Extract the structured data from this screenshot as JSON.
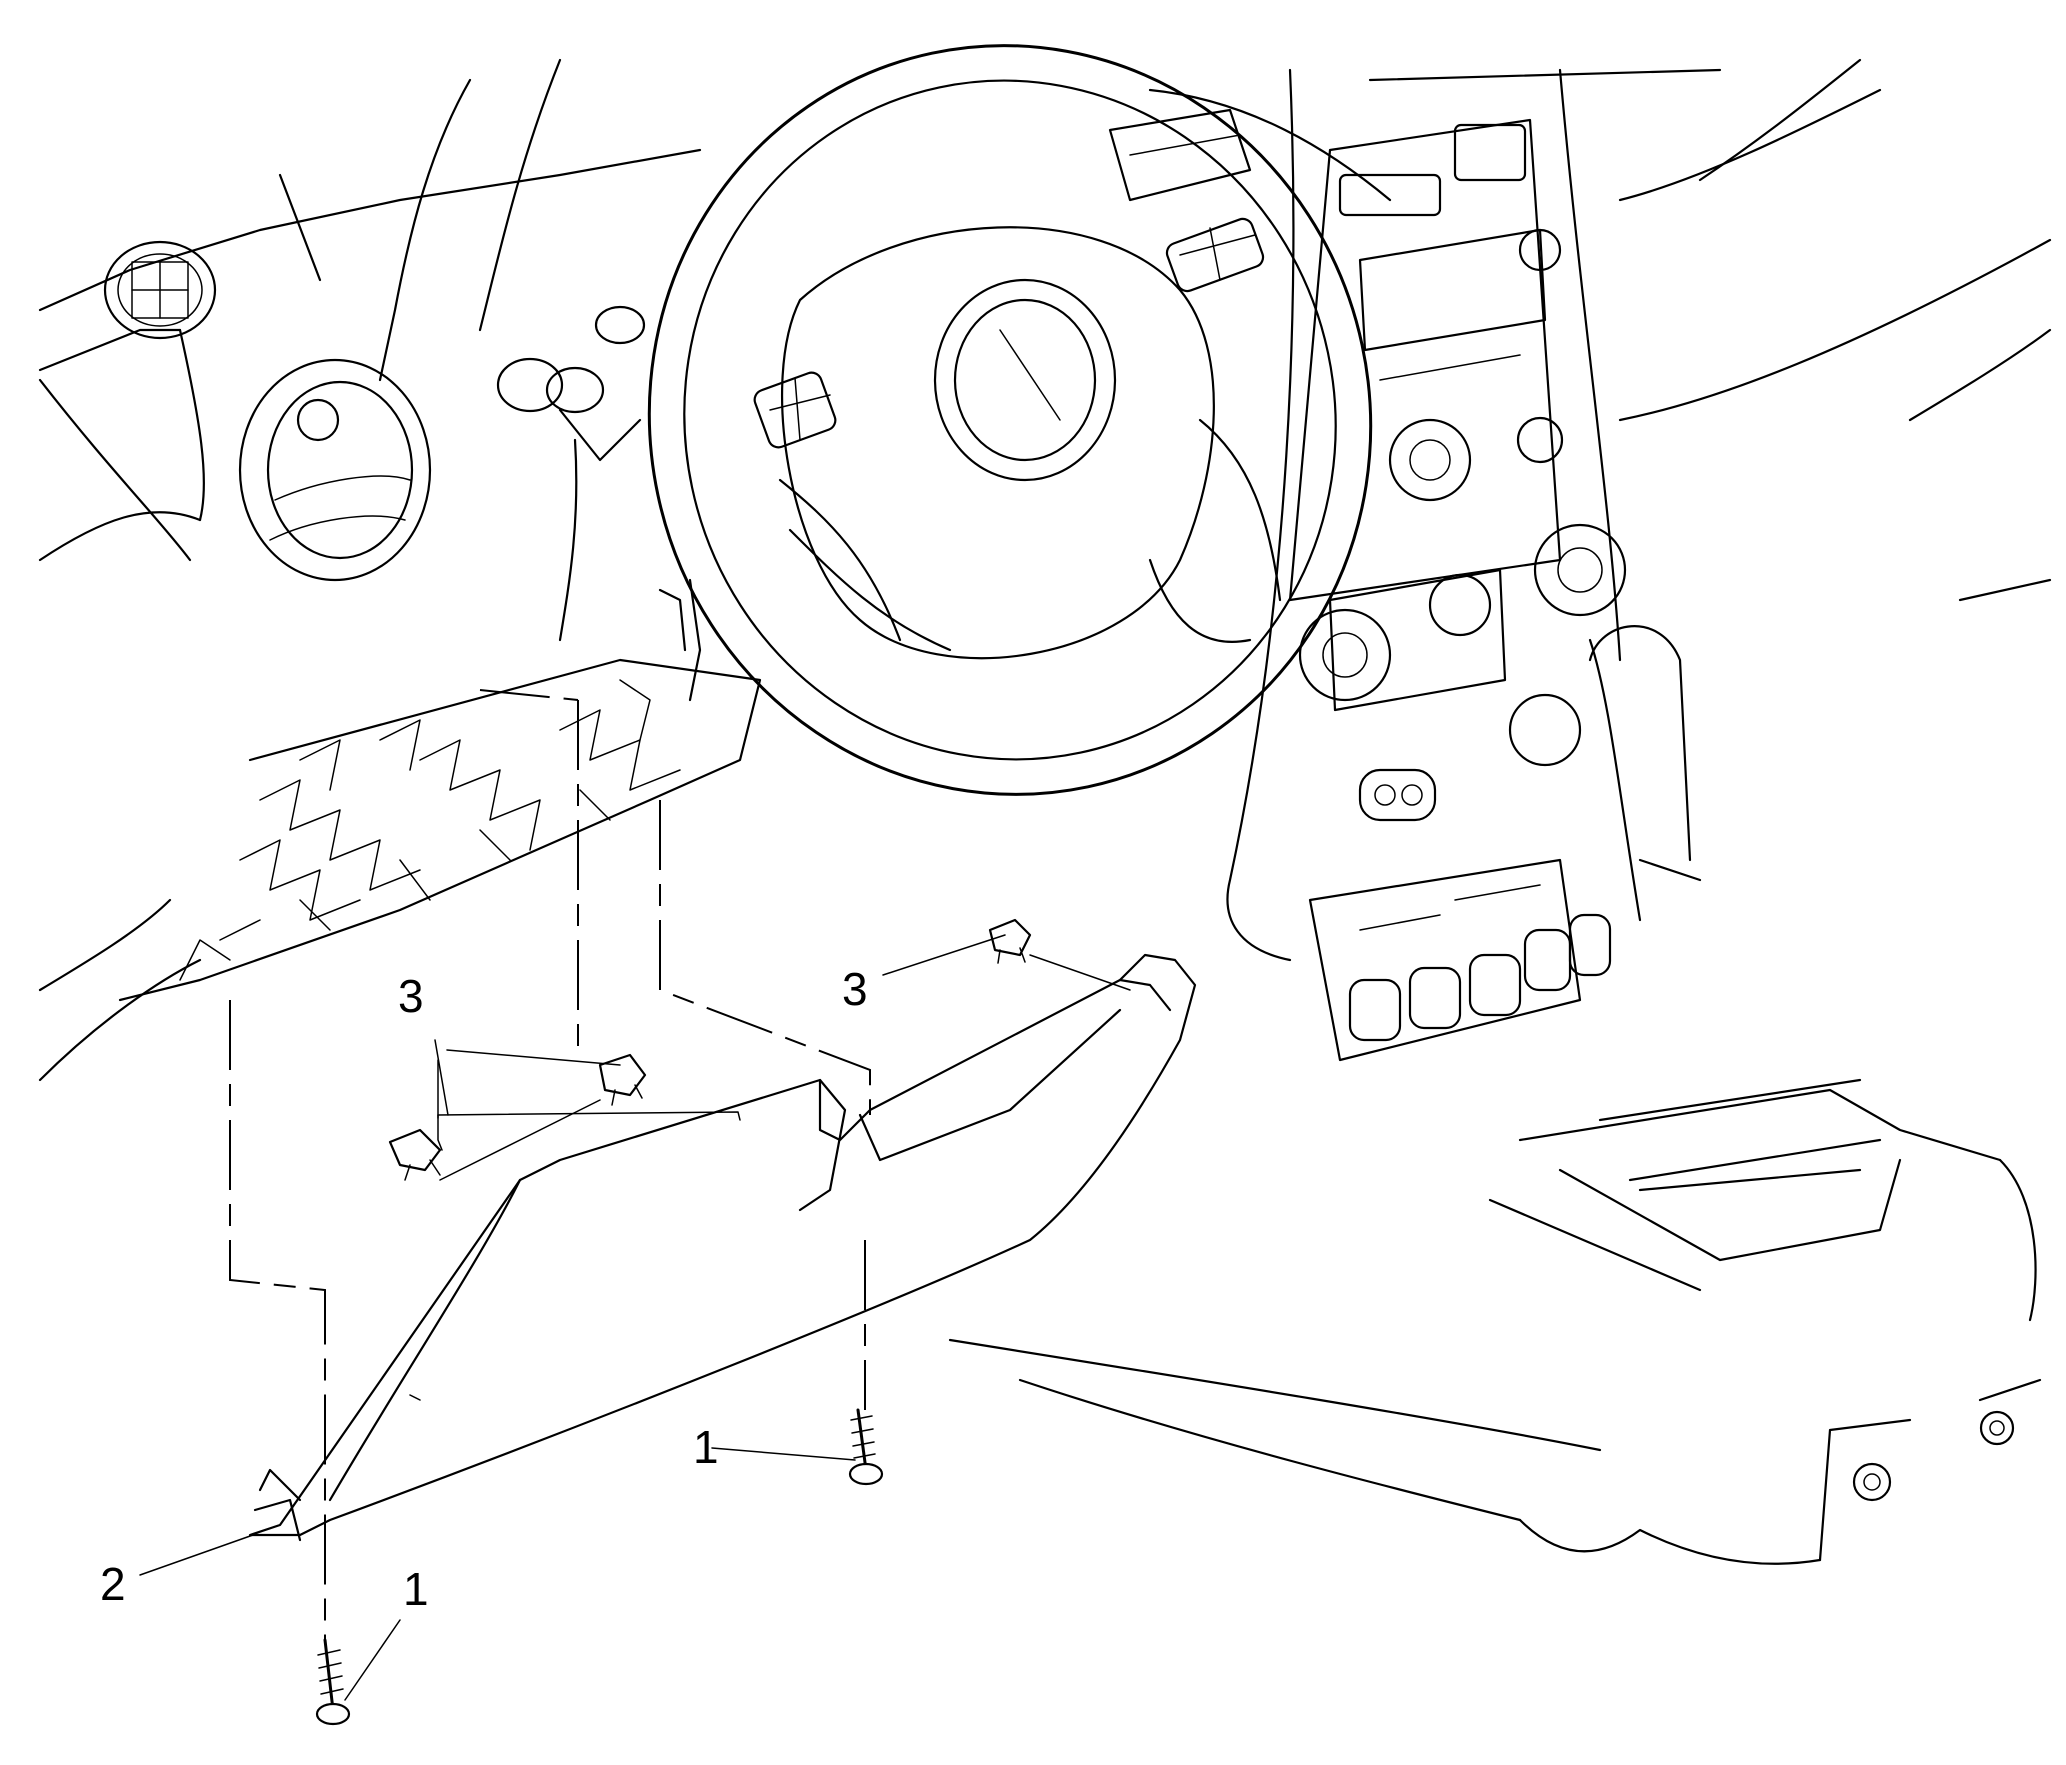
{
  "callouts": [
    {
      "id": "c1a",
      "label": "1"
    },
    {
      "id": "c1b",
      "label": "1"
    },
    {
      "id": "c2",
      "label": "2"
    },
    {
      "id": "c3a",
      "label": "3"
    },
    {
      "id": "c3b",
      "label": "3"
    }
  ]
}
